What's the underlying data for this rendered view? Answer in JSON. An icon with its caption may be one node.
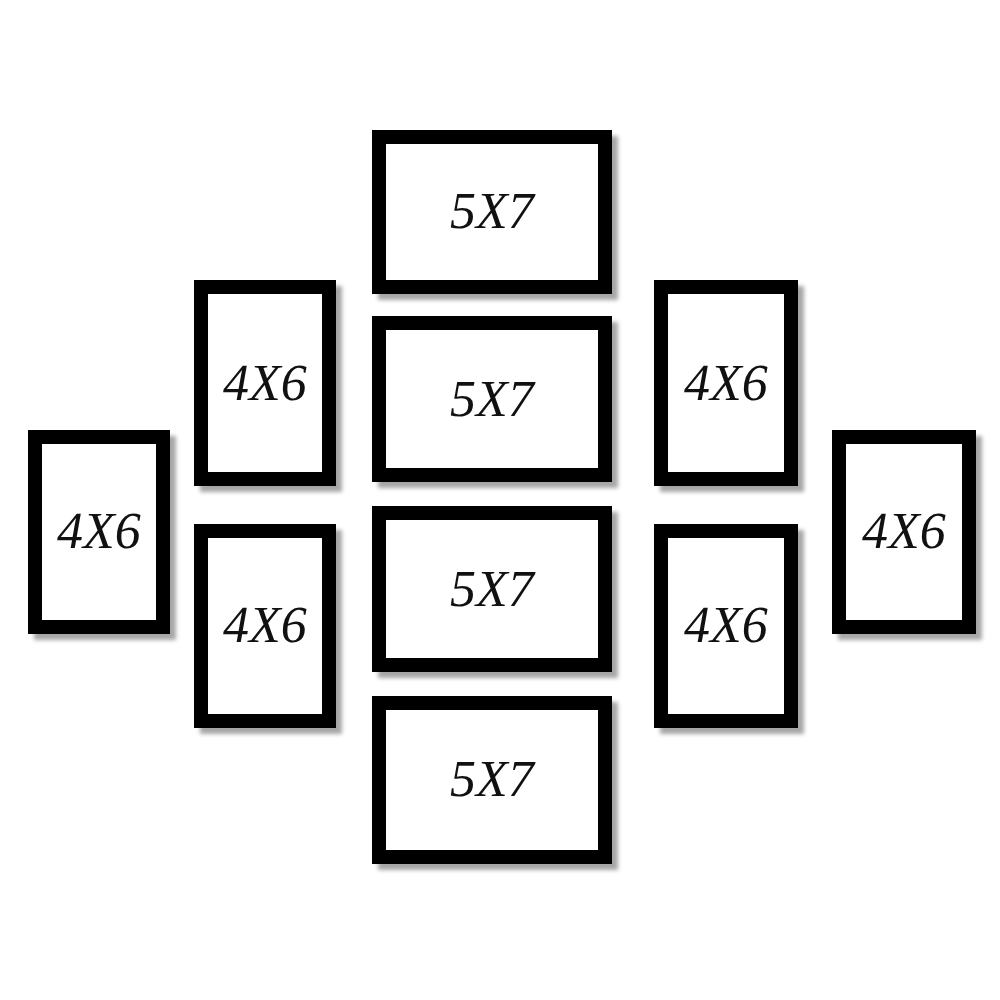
{
  "diagram": {
    "nodes": [
      {
        "text": [
          "5X7"
        ]
      },
      {
        "text": [
          "4X6"
        ]
      },
      {
        "text": [
          "5X7"
        ]
      },
      {
        "text": [
          "4X6"
        ]
      },
      {
        "text": [
          "4X6"
        ]
      },
      {
        "text": [
          "4X6"
        ]
      },
      {
        "text": [
          "4X6"
        ]
      },
      {
        "text": [
          "5X7"
        ]
      },
      {
        "text": [
          "4X6"
        ]
      },
      {
        "text": [
          "5X7"
        ]
      }
    ]
  }
}
